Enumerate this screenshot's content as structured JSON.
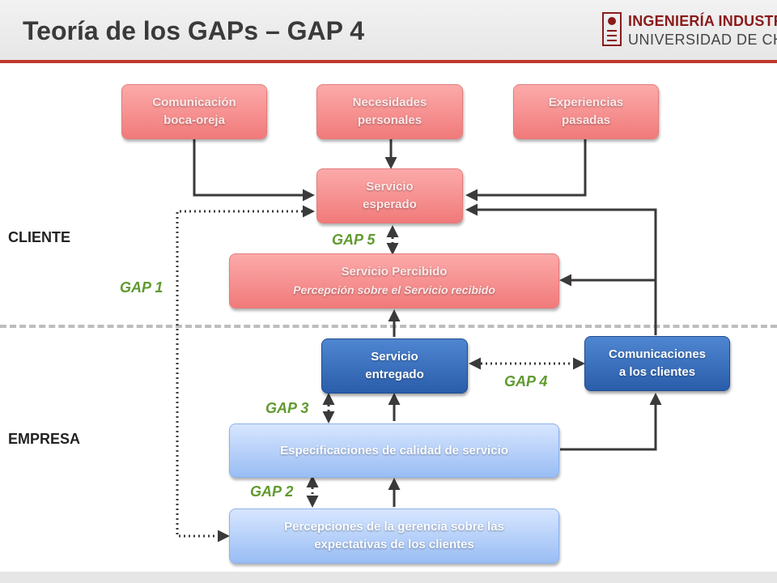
{
  "header": {
    "title": "Teoría de los GAPs – GAP 4",
    "logo_line1": "INGENIERÍA INDUSTRIAL",
    "logo_line2": "UNIVERSIDAD DE CHILE"
  },
  "sides": {
    "client": "CLIENTE",
    "company": "EMPRESA"
  },
  "boxes": {
    "boca_oreja": [
      "Comunicación",
      "boca-oreja"
    ],
    "necesidades": [
      "Necesidades",
      "personales"
    ],
    "experiencias": [
      "Experiencias",
      "pasadas"
    ],
    "esperado": [
      "Servicio",
      "esperado"
    ],
    "percibido": [
      "Servicio Percibido",
      "Percepción sobre el Servicio recibido"
    ],
    "entregado": [
      "Servicio",
      "entregado"
    ],
    "comunicaciones": [
      "Comunicaciones",
      "a los clientes"
    ],
    "especificaciones": "Especificaciones de calidad de servicio",
    "percepciones": [
      "Percepciones de la gerencia sobre las",
      "expectativas de los clientes"
    ]
  },
  "gaps": {
    "gap1": "GAP 1",
    "gap2": "GAP 2",
    "gap3": "GAP 3",
    "gap4": "GAP 4",
    "gap5": "GAP 5"
  },
  "colors": {
    "accent_red": "#c0392b",
    "gap_green": "#5f9a2e",
    "arrow": "#3a3a3a"
  }
}
